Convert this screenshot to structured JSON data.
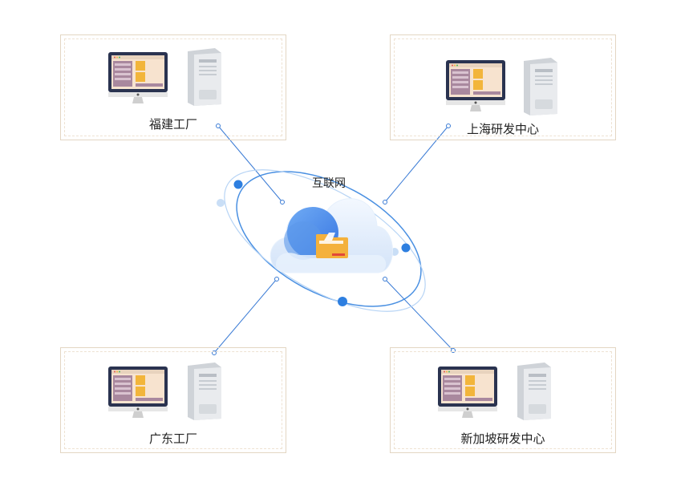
{
  "center": {
    "label": "互联网"
  },
  "sites": [
    {
      "label": "福建工厂"
    },
    {
      "label": "上海研发中心"
    },
    {
      "label": "广东工厂"
    },
    {
      "label": "新加坡研发中心"
    }
  ],
  "colors": {
    "line": "#3a7bd5",
    "orbit": "#4a90e2",
    "box_border": "#e3d6c3",
    "cloud": "#dde9fb",
    "folder": "#f4b13c",
    "monitor_bezel": "#2a3350",
    "monitor_screen": "#f7e3cf",
    "screen_panel": "#a9889e"
  }
}
